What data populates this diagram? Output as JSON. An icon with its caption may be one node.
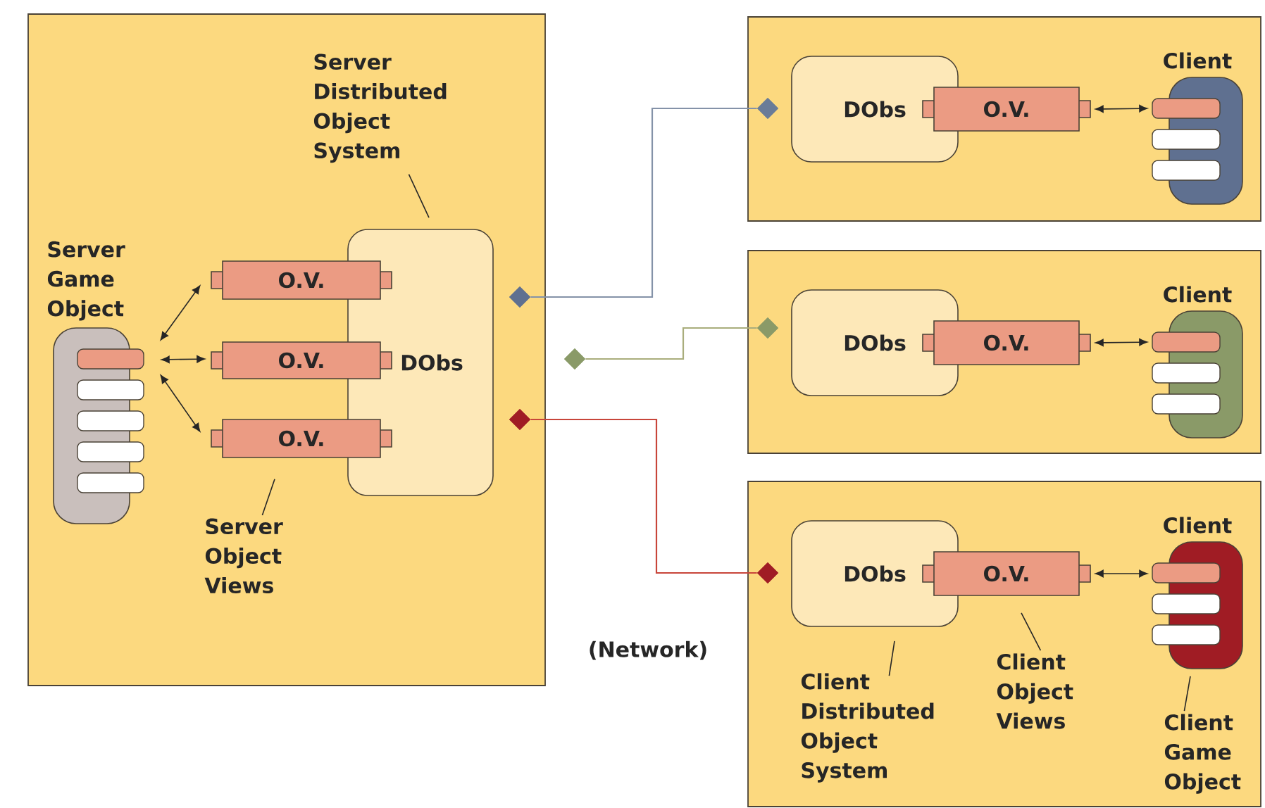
{
  "diagram": {
    "nodes": [
      {
        "text": [],
        "shape": "box"
      },
      {
        "text": [
          "Server Game Object"
        ],
        "in": 0
      },
      {
        "text": [
          "O.V."
        ],
        "in": 0
      },
      {
        "text": [
          "O.V."
        ],
        "in": 0
      },
      {
        "text": [
          "O.V."
        ],
        "in": 0
      },
      {
        "text": [
          "DObs"
        ],
        "in": 0
      },
      {
        "text": [],
        "shape": "diamond",
        "in": 0
      },
      {
        "text": [],
        "shape": "diamond"
      },
      {
        "text": [],
        "shape": "diamond",
        "in": 0
      },
      {
        "text": [
          "Server Distributed Object System"
        ],
        "in": 0
      },
      {
        "text": [
          "Server Object Views"
        ],
        "in": 0
      },
      {
        "text": [],
        "shape": "box"
      },
      {
        "text": [
          "DObs"
        ],
        "in": 11
      },
      {
        "text": [
          "O.V."
        ],
        "in": 11
      },
      {
        "text": [
          "Client"
        ],
        "in": 11
      },
      {
        "text": [],
        "shape": "diamond",
        "in": 11
      },
      {
        "text": [],
        "shape": "box"
      },
      {
        "text": [
          "DObs"
        ],
        "in": 16
      },
      {
        "text": [
          "O.V."
        ],
        "in": 16
      },
      {
        "text": [
          "Client"
        ],
        "in": 16
      },
      {
        "text": [],
        "shape": "diamond",
        "in": 16
      },
      {
        "text": [],
        "shape": "box"
      },
      {
        "text": [
          "DObs"
        ],
        "in": 21
      },
      {
        "text": [
          "O.V."
        ],
        "in": 21
      },
      {
        "text": [
          "Client"
        ],
        "in": 21
      },
      {
        "text": [],
        "shape": "diamond",
        "in": 21
      },
      {
        "text": [
          "Client Distributed Object System"
        ],
        "in": 21
      },
      {
        "text": [
          "Client Object Views"
        ],
        "in": 21
      },
      {
        "text": [
          "Client Game Object"
        ],
        "in": 21
      }
    ],
    "edges": [
      {
        "from": 1,
        "to": 2,
        "arrow": "both"
      },
      {
        "from": 1,
        "to": 3,
        "arrow": "both"
      },
      {
        "from": 1,
        "to": 4,
        "arrow": "both"
      },
      {
        "from": 13,
        "to": 14,
        "arrow": "both"
      },
      {
        "from": 18,
        "to": 19,
        "arrow": "both"
      },
      {
        "from": 23,
        "to": 24,
        "arrow": "both"
      },
      {
        "from": 6,
        "to": 15,
        "arrow": "none",
        "color": "#8492a8"
      },
      {
        "from": 7,
        "to": 20,
        "arrow": "none",
        "color": "#a9ad7c"
      },
      {
        "from": 8,
        "to": 25,
        "arrow": "none",
        "color": "#c8453a"
      },
      {
        "from": 9,
        "to": 5,
        "arrow": "none"
      },
      {
        "from": 10,
        "to": 4,
        "arrow": "none"
      },
      {
        "from": 26,
        "to": 22,
        "arrow": "none"
      },
      {
        "from": 27,
        "to": 23,
        "arrow": "none"
      },
      {
        "from": 28,
        "to": 24,
        "arrow": "none"
      }
    ],
    "labels": [
      "(Network)"
    ]
  }
}
